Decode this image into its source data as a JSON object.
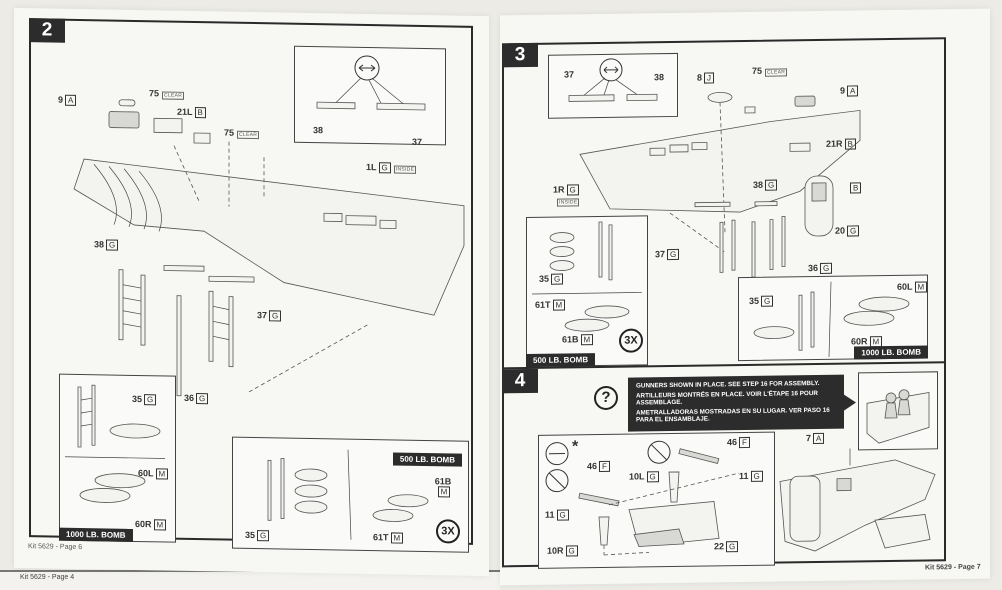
{
  "document": {
    "type": "Model kit assembly instructions",
    "kit_number": "Kit 5629"
  },
  "left_page": {
    "footer": "Kit 5629  - Page 6",
    "back_page_footer": "Kit 5629 - Page 4",
    "step": {
      "number": "2",
      "callouts": [
        {
          "part": "9",
          "sprue": "A"
        },
        {
          "part": "75",
          "tag": "CLEAR"
        },
        {
          "part": "21L",
          "sprue": "B"
        },
        {
          "part": "75",
          "tag": "CLEAR"
        },
        {
          "part": "1L",
          "sprue": "G",
          "tag": "INSIDE"
        },
        {
          "part": "38",
          "sprue": "G"
        },
        {
          "part": "37",
          "sprue": "G"
        },
        {
          "part": "36",
          "sprue": "G"
        }
      ],
      "detail_inset": {
        "labels": [
          "38",
          "37"
        ],
        "icon": "flip-icon"
      },
      "bomb_1000": {
        "title": "1000 LB. BOMB",
        "callouts": [
          {
            "part": "35",
            "sprue": "G"
          },
          {
            "part": "60L",
            "sprue": "M"
          },
          {
            "part": "60R",
            "sprue": "M"
          }
        ]
      },
      "bomb_500": {
        "title": "500 LB. BOMB",
        "multiplier": "3X",
        "callouts": [
          {
            "part": "35",
            "sprue": "G"
          },
          {
            "part": "61B",
            "sprue": "M"
          },
          {
            "part": "61T",
            "sprue": "M"
          }
        ]
      }
    }
  },
  "right_page": {
    "footer": "Kit 5629 - Page 7",
    "step3": {
      "number": "3",
      "detail_inset": {
        "labels": [
          "37",
          "38"
        ],
        "icon": "flip-icon"
      },
      "callouts": [
        {
          "part": "8",
          "sprue": "J"
        },
        {
          "part": "75",
          "tag": "CLEAR"
        },
        {
          "part": "9",
          "sprue": "A"
        },
        {
          "part": "21R",
          "sprue": "B"
        },
        {
          "part": "1R",
          "sprue": "G",
          "tag": "INSIDE"
        },
        {
          "part": "38",
          "sprue": "G"
        },
        {
          "part": "",
          "sprue": "B"
        },
        {
          "part": "20",
          "sprue": "G"
        },
        {
          "part": "37",
          "sprue": "G"
        },
        {
          "part": "36",
          "sprue": "G"
        }
      ],
      "bomb_500": {
        "title": "500 LB. BOMB",
        "multiplier": "3X",
        "callouts": [
          {
            "part": "35",
            "sprue": "G"
          },
          {
            "part": "61T",
            "sprue": "M"
          },
          {
            "part": "61B",
            "sprue": "M"
          }
        ]
      },
      "bomb_1000": {
        "title": "1000 LB. BOMB",
        "callouts": [
          {
            "part": "35",
            "sprue": "G"
          },
          {
            "part": "60L",
            "sprue": "M"
          },
          {
            "part": "60R",
            "sprue": "M"
          }
        ]
      }
    },
    "step4": {
      "number": "4",
      "note": {
        "en": "GUNNERS SHOWN IN PLACE. SEE STEP 16 FOR ASSEMBLY.",
        "fr": "ARTILLEURS MONTRÉS EN PLACE. VOIR L'ÉTAPE 16 POUR ASSEMBLAGE.",
        "es": "AMETRALLADORAS MOSTRADAS EN SU LUGAR. VER PASO 16 PARA EL ENSAMBLAJE."
      },
      "help_symbol": "?",
      "callouts": [
        {
          "part": "46",
          "sprue": "F"
        },
        {
          "part": "46",
          "sprue": "F"
        },
        {
          "part": "10L",
          "sprue": "G"
        },
        {
          "part": "11",
          "sprue": "G"
        },
        {
          "part": "11",
          "sprue": "G"
        },
        {
          "part": "10R",
          "sprue": "G"
        },
        {
          "part": "22",
          "sprue": "G"
        },
        {
          "part": "7",
          "sprue": "A"
        }
      ],
      "asterisk": "*"
    }
  }
}
